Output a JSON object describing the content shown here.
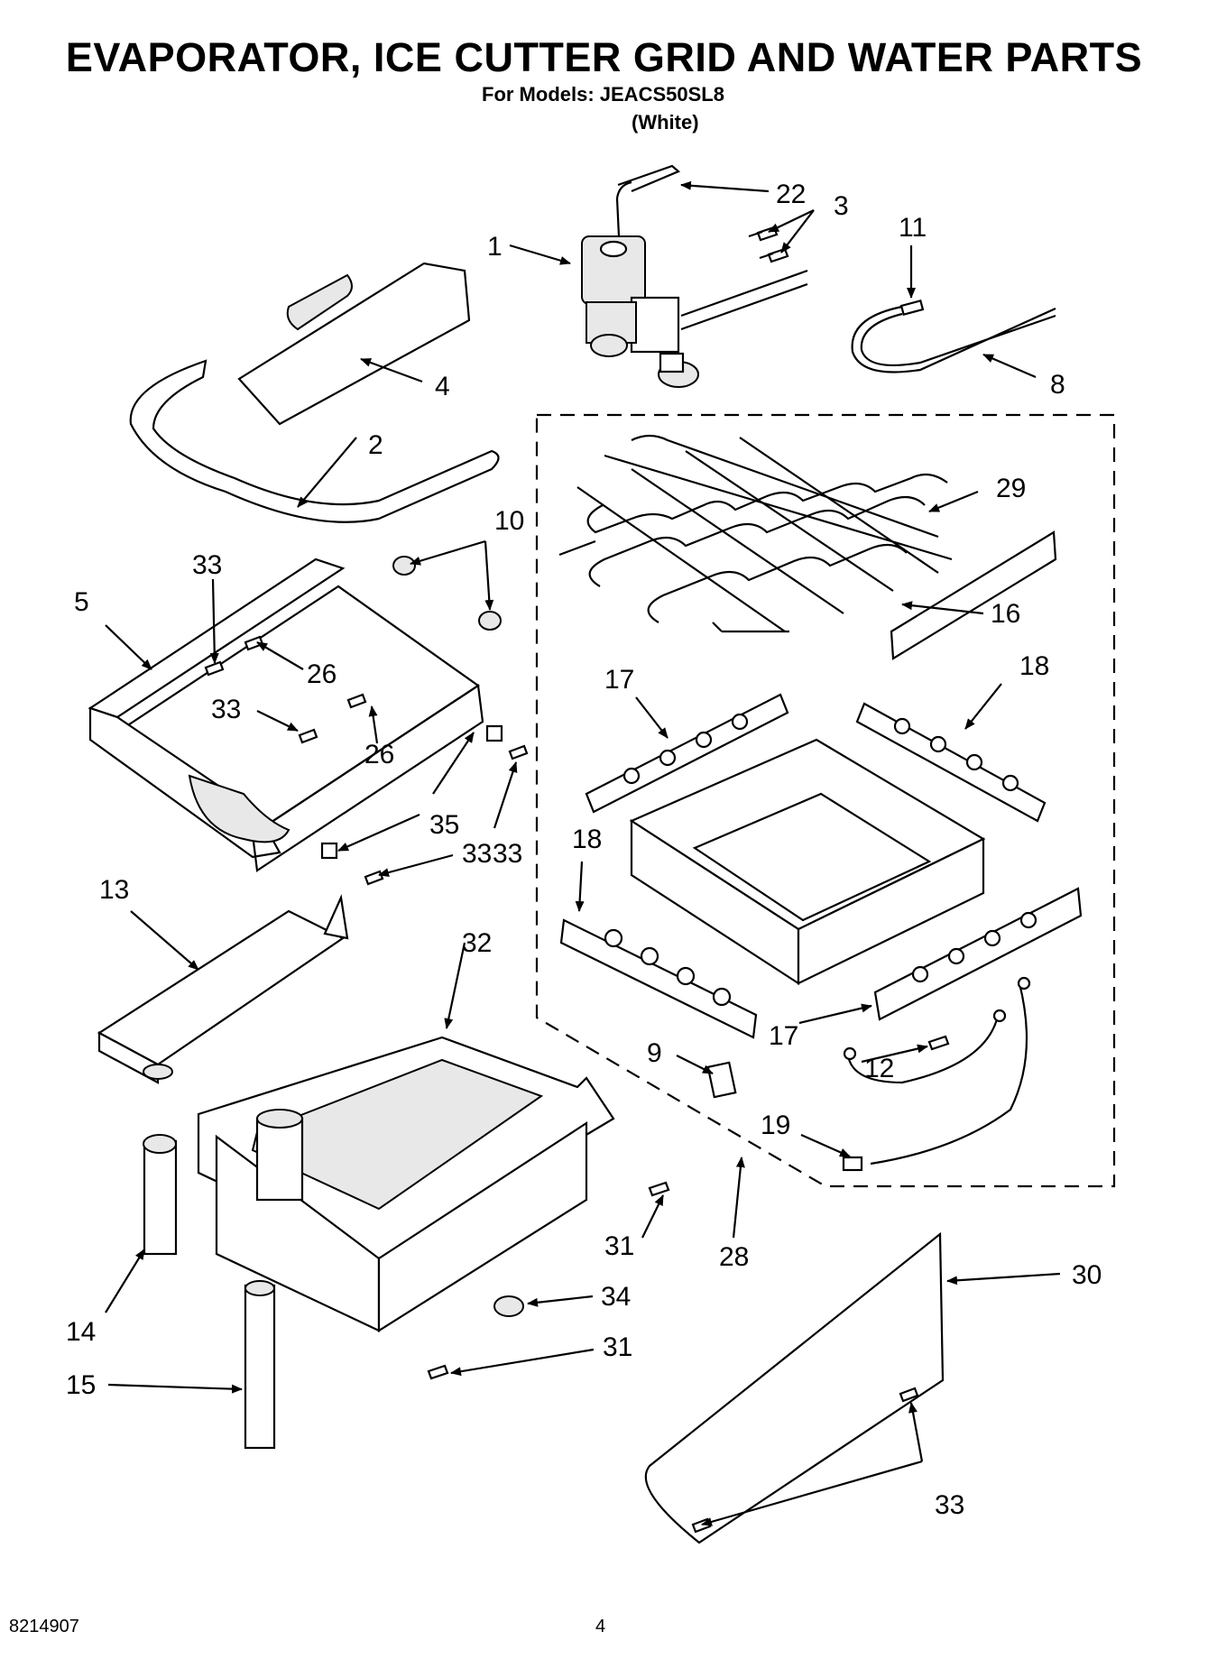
{
  "header": {
    "title": "EVAPORATOR, ICE CUTTER GRID AND WATER PARTS",
    "models": "For Models: JEACS50SL8",
    "color": "(White)"
  },
  "callouts": [
    "1",
    "2",
    "3",
    "4",
    "5",
    "8",
    "9",
    "10",
    "11",
    "12",
    "13",
    "14",
    "15",
    "16",
    "17",
    "17",
    "18",
    "18",
    "19",
    "22",
    "26",
    "26",
    "28",
    "29",
    "30",
    "31",
    "31",
    "32",
    "33",
    "33",
    "33",
    "33",
    "33",
    "34",
    "35"
  ],
  "footer": {
    "doc_number": "8214907",
    "page_number": "4"
  }
}
